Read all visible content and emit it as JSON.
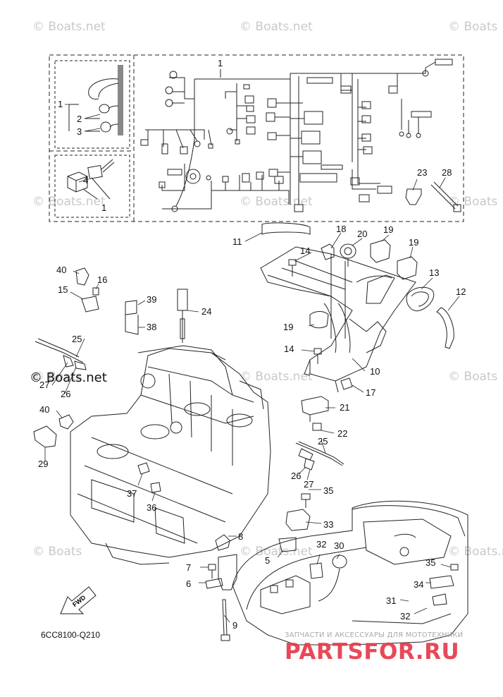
{
  "watermarks": [
    "© Boats.net",
    "© Boats.net",
    "© Boats",
    "© Boats.net",
    "© Boats",
    "© Boats.net",
    "© Boats.net",
    "© Boats",
    "© Boats",
    "© Boats.net",
    "© Boats.net",
    "© Boats"
  ],
  "overlay_watermark": "© Boats.net",
  "callouts": [
    "1",
    "2",
    "3",
    "4",
    "1",
    "1",
    "23",
    "28",
    "11",
    "18",
    "20",
    "19",
    "14",
    "19",
    "13",
    "12",
    "40",
    "16",
    "15",
    "39",
    "24",
    "38",
    "25",
    "19",
    "14",
    "10",
    "17",
    "27",
    "26",
    "21",
    "22",
    "40",
    "25",
    "29",
    "37",
    "36",
    "26",
    "27",
    "35",
    "33",
    "8",
    "7",
    "6",
    "5",
    "32",
    "30",
    "9",
    "35",
    "34",
    "31",
    "32"
  ],
  "fwd_label": "FWD",
  "diagram_code": "6CC8100-Q210",
  "brand": {
    "tagline": "ЗАПЧАСТИ И АКСЕССУАРЫ ДЛЯ МОТОТЕХНИКИ",
    "name": "PARTSFOR.RU",
    "color": "#e53a4a"
  },
  "colors": {
    "line": "#222222",
    "watermark": "#c9c9c9"
  }
}
